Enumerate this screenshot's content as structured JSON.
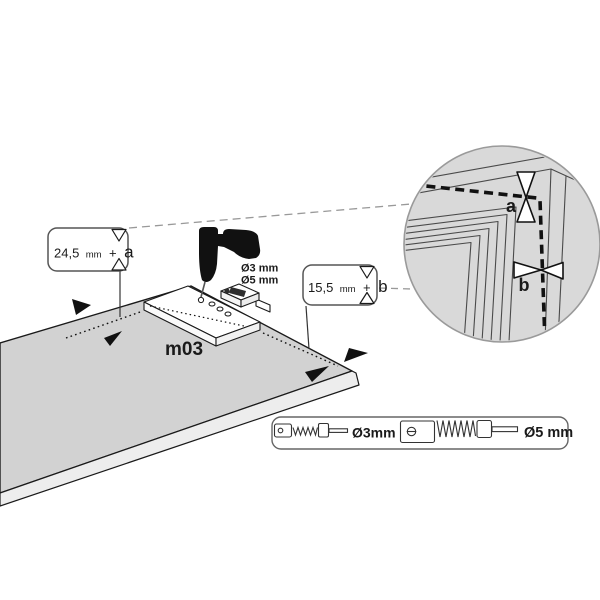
{
  "measurement_boxes": {
    "a": {
      "value": "24,5",
      "unit": "mm",
      "plus": "+",
      "letter": "a"
    },
    "b": {
      "value": "15,5",
      "unit": "mm",
      "plus": "+",
      "letter": "b"
    }
  },
  "drill_labels": {
    "small": "Ø3 mm",
    "large": "Ø5 mm"
  },
  "template_label": "m03",
  "detail_labels": {
    "a": "a",
    "b": "b"
  },
  "legend": {
    "small_bit": "Ø3mm",
    "large_bit": "Ø5 mm"
  },
  "colors": {
    "board_top": "#d2d2d2",
    "board_side": "#ededed",
    "plate": "#ffffff",
    "circle_fill": "#d9d9d9",
    "circle_border": "#9a9a9a",
    "outline": "#1a1a1a",
    "leader_dash": "#999999",
    "marker_black": "#111111",
    "detail_letter": "#ffffff"
  }
}
